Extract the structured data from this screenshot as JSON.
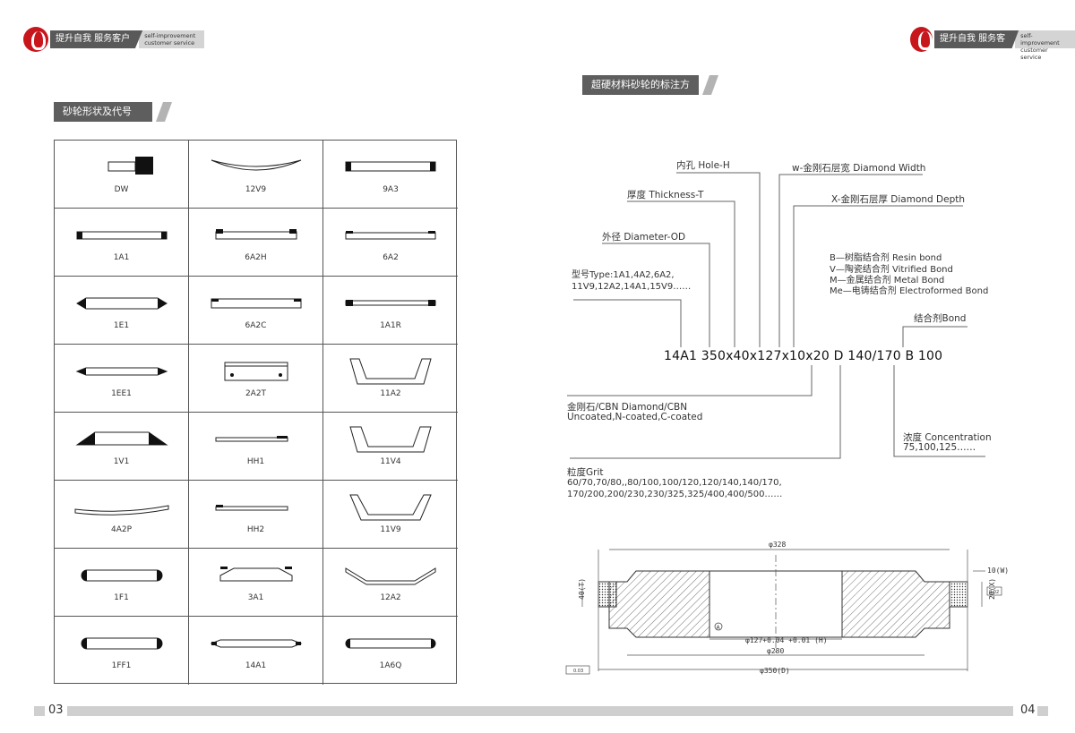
{
  "header": {
    "logo_cn": "提升自我 服务客户",
    "logo_en_1": "self-improvement",
    "logo_en_2": "customer service"
  },
  "left_page": {
    "section_title": "砂轮形状及代号",
    "shapes": [
      "DW",
      "12V9",
      "9A3",
      "1A1",
      "6A2H",
      "6A2",
      "1E1",
      "6A2C",
      "1A1R",
      "1EE1",
      "2A2T",
      "11A2",
      "1V1",
      "HH1",
      "11V4",
      "4A2P",
      "HH2",
      "11V9",
      "1F1",
      "3A1",
      "12A2",
      "1FF1",
      "14A1",
      "1A6Q"
    ],
    "page_number": "03"
  },
  "right_page": {
    "section_title": "超硬材料砂轮的标注方法",
    "labels": {
      "hole": "内孔 Hole-H",
      "width": "w-金刚石层宽 Diamond Width",
      "thickness": "厚度 Thickness-T",
      "depth": "X-金刚石层厚 Diamond Depth",
      "diameter": "外径 Diameter-OD",
      "bond_resin": "B—树脂结合剂    Resin bond",
      "bond_vitrified": "V—陶瓷结合剂    Vitrified Bond",
      "bond_metal": "M—金属结合剂    Metal Bond",
      "bond_electro": "Me—电铸结合剂  Electroformed Bond",
      "type_1": "型号Type:1A1,4A2,6A2,",
      "type_2": "11V9,12A2,14A1,15V9……",
      "bond": "结合剂Bond",
      "code": "14A1 350x40x127x10x20 D 140/170 B 100",
      "abrasive_1": "金刚石/CBN Diamond/CBN",
      "abrasive_2": "Uncoated,N-coated,C-coated",
      "concentration_1": "浓度 Concentration",
      "concentration_2": "75,100,125……",
      "grit_1": "粒度Grit",
      "grit_2": "60/70,70/80,,80/100,100/120,120/140,140/170,",
      "grit_3": "170/200,200/230,230/325,325/400,400/500……"
    },
    "drawing": {
      "d328": "φ328",
      "w10": "10(W)",
      "t40": "40(T)",
      "x20": "20(X)",
      "hole_tol": "φ127+0.04 +0.01 (H)",
      "d280": "φ280",
      "d350": "φ350(D)",
      "datum": "A",
      "tol1": "0.03",
      "tol2": "0.02"
    },
    "page_number": "04"
  }
}
